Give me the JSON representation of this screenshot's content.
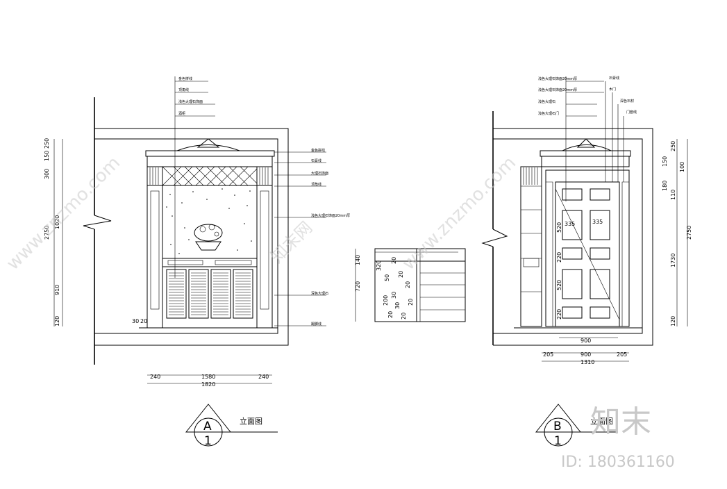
{
  "elevation_a": {
    "caption": "立面图",
    "tag_letter": "A",
    "tag_number": "1",
    "leader_notes": [
      "金色拼线",
      "顶角线",
      "浅色大理石饰面",
      "酒柜"
    ],
    "right_notes": [
      "金色拼线",
      "石膏线",
      "大理石饰面",
      "顶角线",
      "浅色大理石饰面20mm厚",
      "深色大理石"
    ],
    "base_note": "踢脚线",
    "height_dims": [
      "250",
      "150",
      "300",
      "2750",
      "1020",
      "910",
      "120"
    ],
    "width_dims": [
      "240",
      "1580",
      "240"
    ],
    "total_width": "1820",
    "small_dims": [
      "30",
      "20"
    ]
  },
  "cabinet_section": {
    "dims": [
      "140",
      "720",
      "320",
      "50",
      "20",
      "20",
      "200",
      "30",
      "20",
      "30",
      "20",
      "20",
      "20"
    ]
  },
  "elevation_b": {
    "caption": "立面图",
    "tag_letter": "B",
    "tag_number": "1",
    "leader_notes": [
      "浅色大理石饰面20mm厚",
      "浅色大理石饰面20mm厚",
      "浅色大理石",
      "浅色大理石门"
    ],
    "right_notes": [
      "石膏线",
      "木门",
      "深色石材",
      "门套线"
    ],
    "height_dims": [
      "250",
      "150",
      "180",
      "2750",
      "100",
      "110",
      "1730",
      "120"
    ],
    "door_dims": [
      "335",
      "335",
      "520",
      "220",
      "520",
      "220"
    ],
    "inner_width": "900",
    "width_dims": [
      "205",
      "900",
      "205"
    ],
    "total_width": "1310"
  },
  "watermark": {
    "site": "www.znzmo.com",
    "brand": "知末网",
    "logo_text": "知末",
    "id_text": "ID: 180361160"
  }
}
